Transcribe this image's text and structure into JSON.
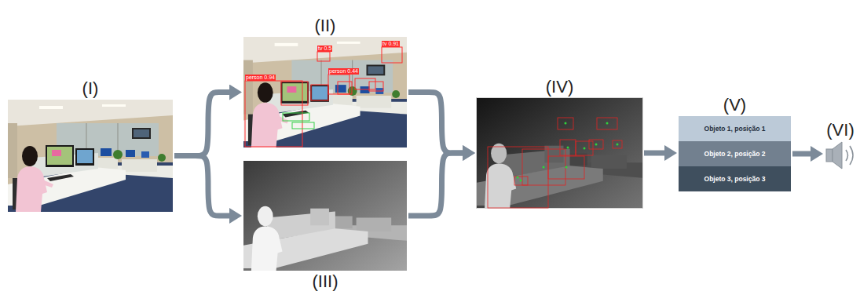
{
  "diagram": {
    "nodes": [
      {
        "text": [
          "(I)"
        ]
      },
      {
        "text": [
          "(II)"
        ]
      },
      {
        "text": [
          "(III)"
        ]
      },
      {
        "text": [
          "(IV)"
        ]
      },
      {
        "text": [
          "(V)"
        ]
      },
      {
        "text": [
          "Objeto 1, posição 1"
        ],
        "in": 4
      },
      {
        "text": [
          "Objeto 2, posição 2"
        ],
        "in": 4
      },
      {
        "text": [
          "Objeto 3, posição 3"
        ],
        "in": 4
      },
      {
        "text": [
          "(VI)"
        ]
      }
    ],
    "edges": [
      {
        "from": 0,
        "to": 1,
        "arrow": "to"
      },
      {
        "from": 0,
        "to": 2,
        "arrow": "to"
      },
      {
        "from": 1,
        "to": 3,
        "arrow": "to"
      },
      {
        "from": 2,
        "to": 3,
        "arrow": "to"
      },
      {
        "from": 3,
        "to": 4,
        "arrow": "to"
      },
      {
        "from": 4,
        "to": 8,
        "arrow": "to"
      }
    ],
    "labels": [
      "person 0.94",
      "tv 0.91",
      "tv 0.5",
      "person 0.44"
    ]
  }
}
